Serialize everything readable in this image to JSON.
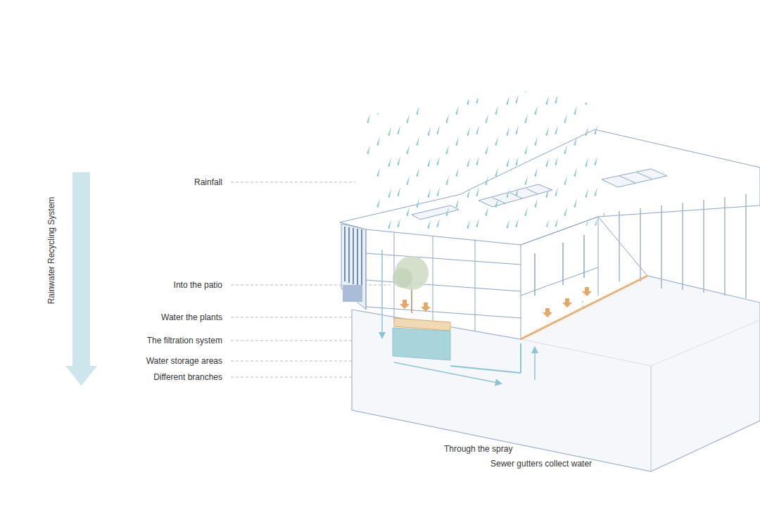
{
  "diagram": {
    "labels": [
      "Rainwater Recycling System",
      "Rainfall",
      "Into the patio",
      "Water the plants",
      "The filtration system",
      "Water storage areas",
      "Different branches",
      "Through the spray",
      "Sewer gutters collect water"
    ]
  }
}
